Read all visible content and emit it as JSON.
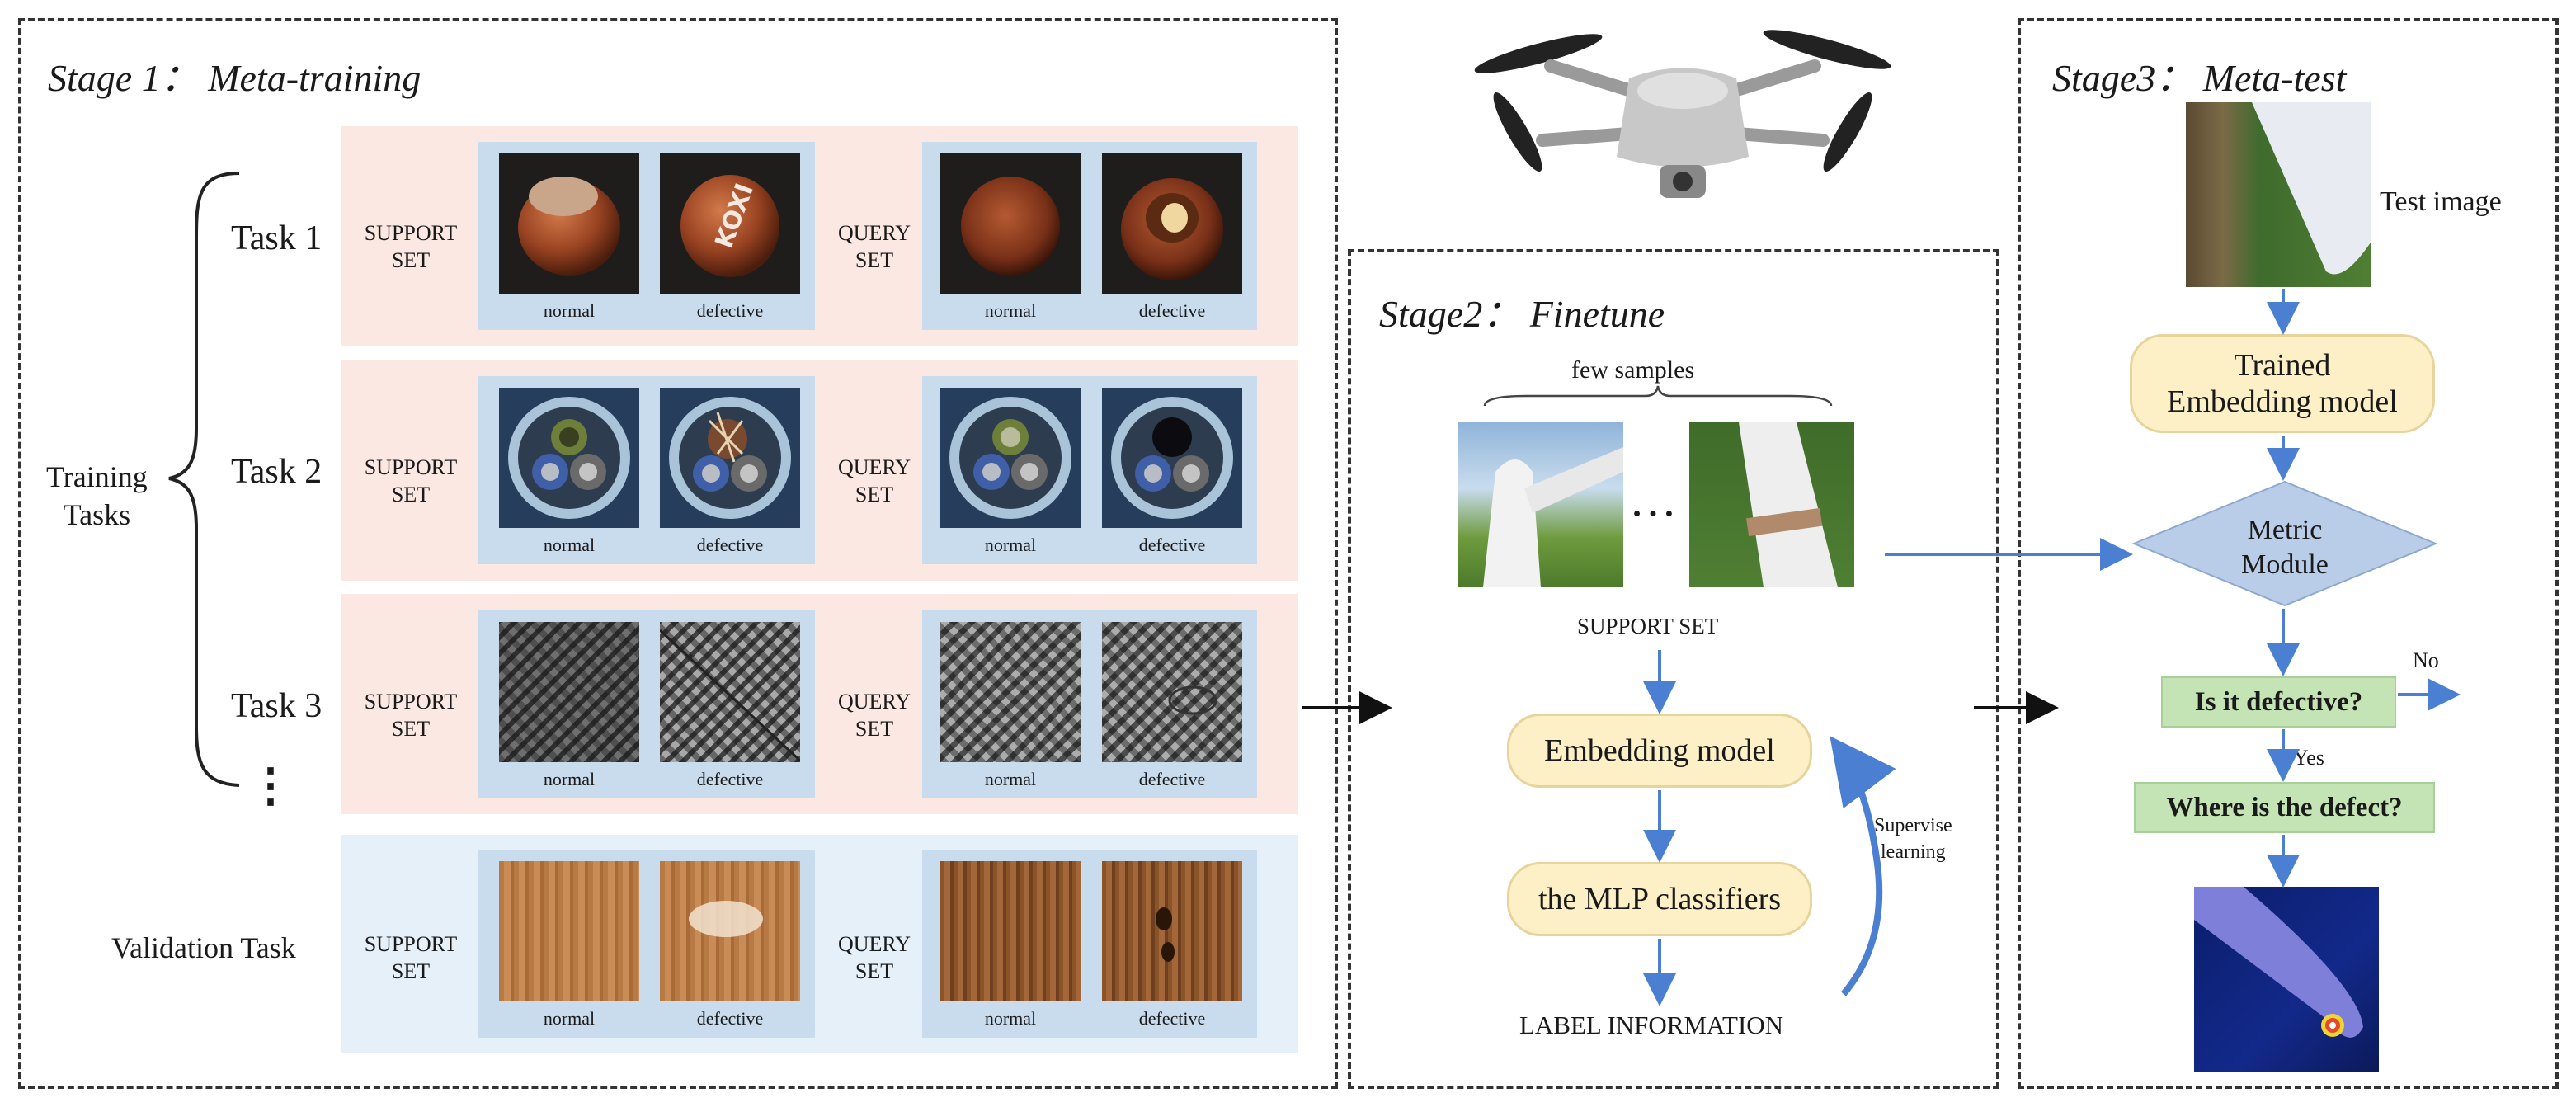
{
  "stage1": {
    "title": "Stage 1： Meta-training",
    "training_tasks_label": [
      "Training",
      "Tasks"
    ],
    "tasks": [
      {
        "label": "Task 1",
        "support_label": [
          "SUPPORT",
          "SET"
        ],
        "query_label": [
          "QUERY",
          "SET"
        ],
        "captions": [
          "normal",
          "defective",
          "normal",
          "defective"
        ],
        "kind": "hazelnut"
      },
      {
        "label": "Task 2",
        "support_label": [
          "SUPPORT",
          "SET"
        ],
        "query_label": [
          "QUERY",
          "SET"
        ],
        "captions": [
          "normal",
          "defective",
          "normal",
          "defective"
        ],
        "kind": "cable"
      },
      {
        "label": "Task 3",
        "support_label": [
          "SUPPORT",
          "SET"
        ],
        "query_label": [
          "QUERY",
          "SET"
        ],
        "captions": [
          "normal",
          "defective",
          "normal",
          "defective"
        ],
        "kind": "grid"
      }
    ],
    "ellipsis": "⋮",
    "validation": {
      "label": "Validation Task",
      "support_label": [
        "SUPPORT",
        "SET"
      ],
      "query_label": [
        "QUERY",
        "SET"
      ],
      "captions": [
        "normal",
        "defective",
        "normal",
        "defective"
      ],
      "kind": "wood"
    }
  },
  "stage2": {
    "title": "Stage2： Finetune",
    "few_samples": "few samples",
    "dots": "…",
    "support_set": "SUPPORT SET",
    "embedding": "Embedding model",
    "mlp": "the MLP classifiers",
    "label_info": "LABEL INFORMATION",
    "supervise": [
      "Supervise",
      "learning"
    ]
  },
  "stage3": {
    "title": "Stage3： Meta-test",
    "test_image": "Test image",
    "trained_embedding": [
      "Trained",
      "Embedding model"
    ],
    "metric": [
      "Metric",
      "Module"
    ],
    "is_defective": "Is it defective?",
    "no": "No",
    "yes": "Yes",
    "where": "Where is  the defect?"
  },
  "colors": {
    "task_band": "#fbe8e2",
    "validation_band": "#e6f0f9",
    "set_box": "#c9dced",
    "arrow": "#4a7fd1",
    "pill": "#fdf0c6",
    "diamond": "#b9cde9",
    "green_box": "#c5e4b5"
  }
}
